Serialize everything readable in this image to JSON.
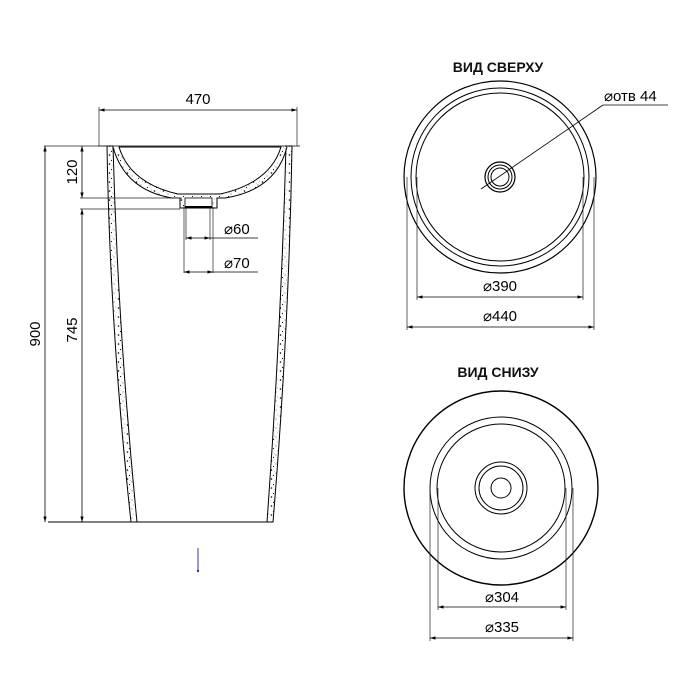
{
  "side_view": {
    "width_label": "470",
    "total_height_label": "900",
    "bowl_depth_label": "120",
    "body_height_label": "745",
    "drain_inner_label": "⌀60",
    "drain_outer_label": "⌀70"
  },
  "top_view": {
    "title": "ВИД СВЕРХУ",
    "hole_label": "⌀отв 44",
    "inner_diameter_label": "⌀390",
    "outer_diameter_label": "⌀440"
  },
  "bottom_view": {
    "title": "ВИД СНИЗУ",
    "inner_diameter_label": "⌀304",
    "outer_diameter_label": "⌀335"
  },
  "colors": {
    "line": "#000000",
    "marker": "#3333aa",
    "background": "#ffffff"
  }
}
